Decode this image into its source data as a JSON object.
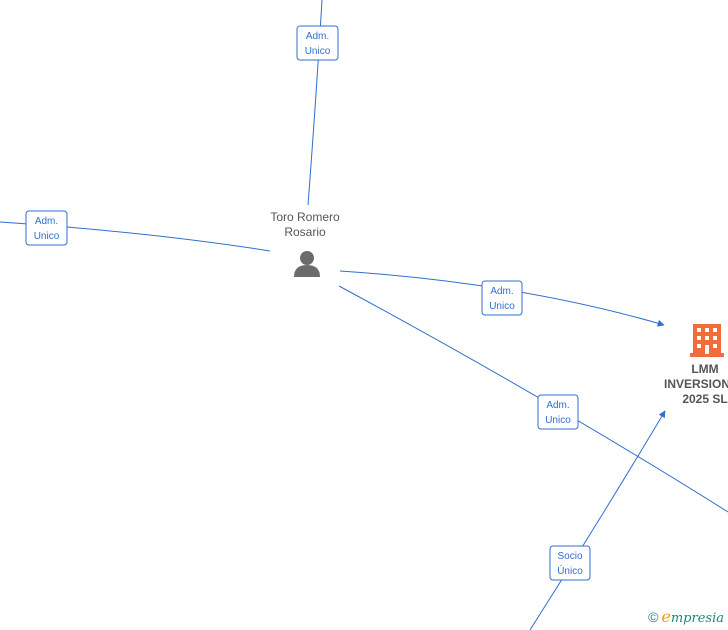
{
  "nodes": {
    "person": {
      "name_line1": "Toro Romero",
      "name_line2": "Rosario",
      "icon": "person-icon"
    },
    "company": {
      "name_line1": "LMM",
      "name_line2": "INVERSIONES",
      "name_line3": "2025  SL",
      "icon": "building-icon",
      "color": "#f26b3a"
    }
  },
  "relations": [
    {
      "line1": "Adm.",
      "line2": "Unico"
    },
    {
      "line1": "Adm.",
      "line2": "Unico"
    },
    {
      "line1": "Adm.",
      "line2": "Unico"
    },
    {
      "line1": "Adm.",
      "line2": "Unico"
    },
    {
      "line1": "Socio",
      "line2": "Único"
    }
  ],
  "colors": {
    "edge": "#2f6fd0",
    "person_icon": "#6b6b6b"
  },
  "watermark": {
    "copyright": "©",
    "brand_first": "e",
    "brand_rest": "mpresia"
  }
}
